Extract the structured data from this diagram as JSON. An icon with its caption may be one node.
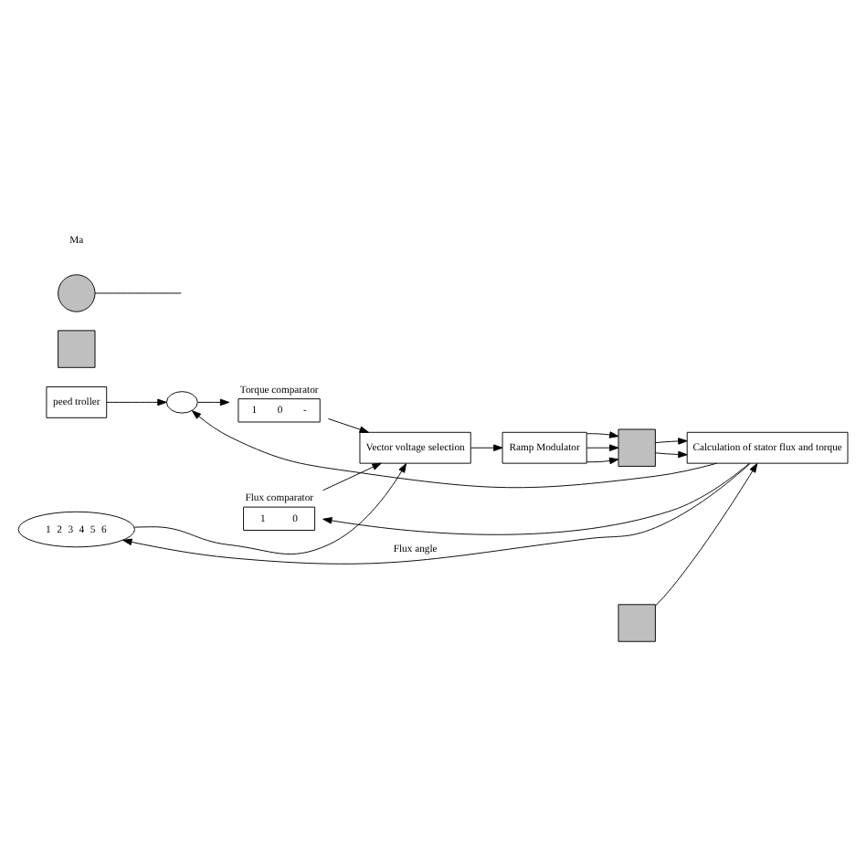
{
  "diagram": {
    "nodes": [
      {
        "text": [
          "peed troller"
        ]
      },
      {
        "text": [],
        "shape": "circle"
      },
      {
        "text": [
          "Torque comparator",
          "1",
          "0",
          "-"
        ]
      },
      {
        "text": [
          "Flux comparator",
          "1",
          "0"
        ]
      },
      {
        "text": [
          "Vector voltage selection"
        ]
      },
      {
        "text": [
          "Ramp Modulator"
        ]
      },
      {
        "text": [
          "1",
          "2",
          "3",
          "4",
          "5",
          "6"
        ]
      },
      {
        "text": [
          "Calculation of stator flux and torque"
        ]
      },
      {
        "text": [],
        "shape": "box"
      },
      {
        "text": [],
        "shape": "box"
      },
      {
        "text": [],
        "shape": "box"
      },
      {
        "text": [],
        "shape": "circle"
      }
    ],
    "edges": [
      {
        "from": 0,
        "to": 1,
        "arrow": "to"
      },
      {
        "from": 1,
        "to": 2,
        "arrow": "to"
      },
      {
        "from": 2,
        "to": 4,
        "arrow": "to"
      },
      {
        "from": 7,
        "to": 3,
        "arrow": "to"
      },
      {
        "from": 3,
        "to": 4,
        "arrow": "to"
      },
      {
        "from": 4,
        "to": 5,
        "arrow": "to"
      },
      {
        "from": 5,
        "to": 10,
        "arrow": "to"
      },
      {
        "from": 5,
        "to": 10,
        "arrow": "to"
      },
      {
        "from": 5,
        "to": 10,
        "arrow": "to"
      },
      {
        "from": 9,
        "to": 7,
        "arrow": "to"
      },
      {
        "from": 10,
        "to": 7,
        "arrow": "to"
      },
      {
        "from": 10,
        "to": 7,
        "arrow": "to"
      },
      {
        "from": 7,
        "to": 6,
        "arrow": "to",
        "label": "Flux angle"
      },
      {
        "from": 6,
        "to": 4,
        "arrow": "to"
      },
      {
        "from": 7,
        "to": 1,
        "arrow": "to"
      },
      {
        "from": 11,
        "to": null,
        "arrow": "none"
      }
    ],
    "labels": [
      "Ma"
    ]
  }
}
